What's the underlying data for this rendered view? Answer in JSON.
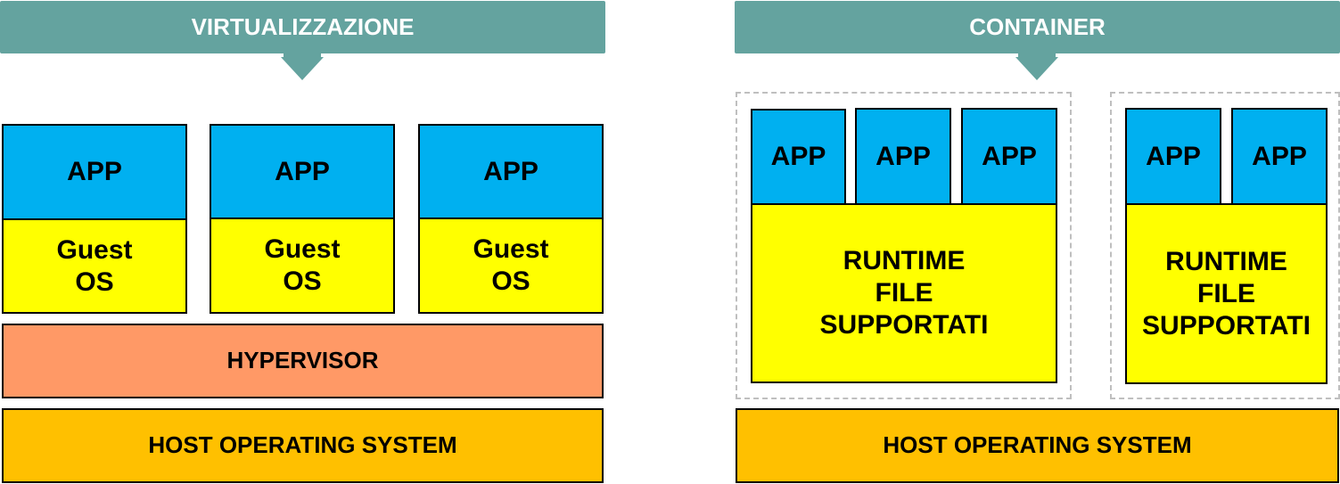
{
  "colors": {
    "banner": "#64a39f",
    "app": "#00b0f0",
    "guest_os": "#ffff00",
    "runtime": "#ffff00",
    "hypervisor": "#ff9966",
    "host_os": "#ffc000",
    "container_border": "#bfbfbf"
  },
  "virtualization": {
    "title": "VIRTUALIZZAZIONE",
    "vms": [
      {
        "app": "APP",
        "guest_os": "Guest\nOS"
      },
      {
        "app": "APP",
        "guest_os": "Guest\nOS"
      },
      {
        "app": "APP",
        "guest_os": "Guest\nOS"
      }
    ],
    "hypervisor": "HYPERVISOR",
    "host_os": "HOST OPERATING SYSTEM"
  },
  "container": {
    "title": "CONTAINER",
    "groups": [
      {
        "apps": [
          "APP",
          "APP",
          "APP"
        ],
        "runtime": "RUNTIME\nFILE\nSUPPORTATI"
      },
      {
        "apps": [
          "APP",
          "APP"
        ],
        "runtime": "RUNTIME\nFILE\nSUPPORTATI"
      }
    ],
    "host_os": "HOST OPERATING SYSTEM"
  }
}
